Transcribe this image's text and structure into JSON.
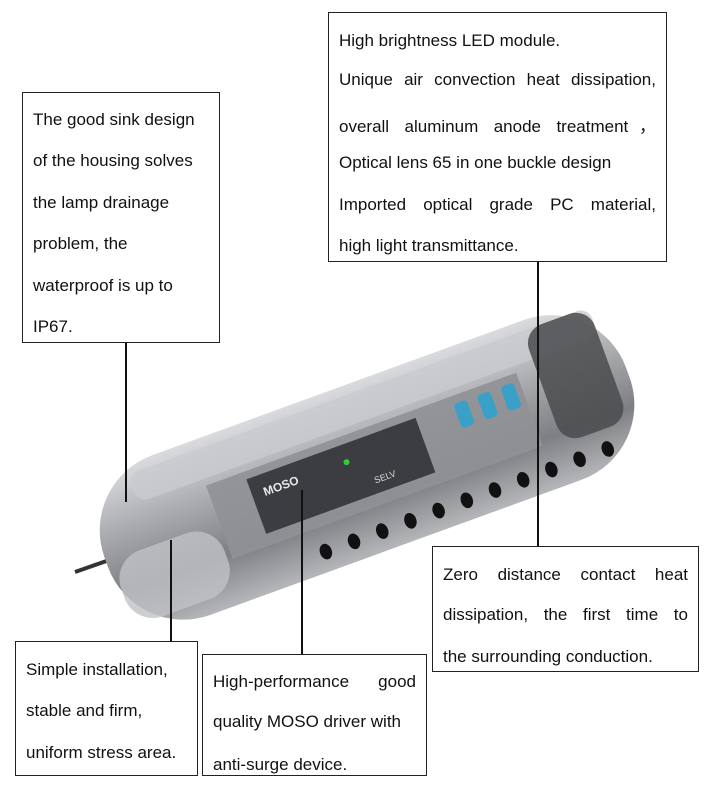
{
  "callouts": {
    "housing": [
      "The good sink design",
      "of the housing solves",
      "the lamp drainage",
      "problem, the",
      "waterproof is up to",
      "IP67."
    ],
    "led": [
      "High brightness LED module.",
      "Unique air convection heat dissipation,",
      "overall aluminum anode treatment，",
      "Optical lens 65 in one buckle design",
      "Imported optical grade PC material,",
      "high light transmittance."
    ],
    "heat": [
      "Zero distance contact heat",
      "dissipation, the first time to",
      "the surrounding conduction."
    ],
    "install": [
      "Simple installation,",
      "stable and firm,",
      "uniform stress area."
    ],
    "driver": [
      "High-performance good",
      "quality MOSO driver with",
      "anti-surge device."
    ]
  },
  "product": {
    "driver_brand": "MOSO",
    "driver_mark": "SELV"
  },
  "colors": {
    "body": "#9a9c9f",
    "dark": "#3c3d40",
    "accent": "#3aa0c8"
  }
}
